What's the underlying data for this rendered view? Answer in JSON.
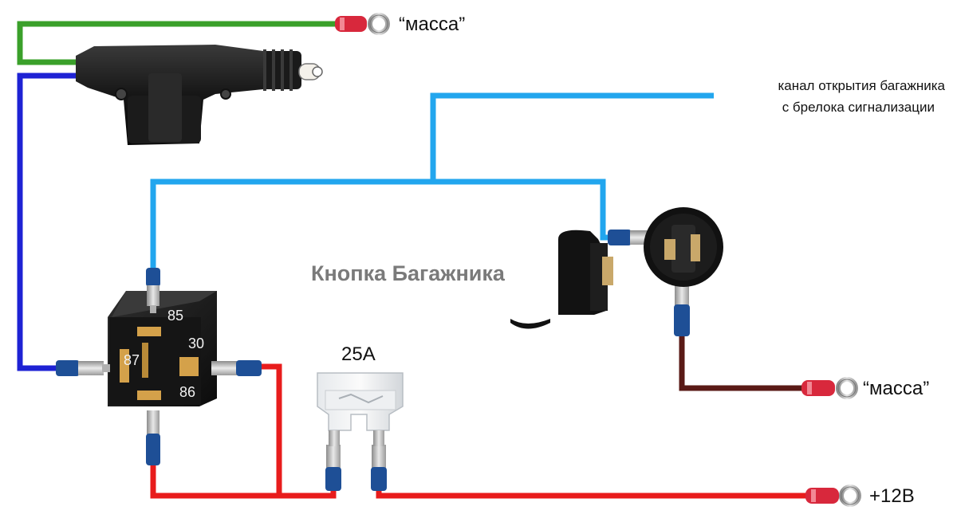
{
  "labels": {
    "ground_top": "“масса”",
    "ground_right": "“масса”",
    "channel_line1": "канал открытия багажника",
    "channel_line2": "с брелока сигнализации",
    "button": "Кнопка Багажника",
    "fuse": "25А",
    "plus12": "+12В",
    "pin85": "85",
    "pin30": "30",
    "pin87": "87",
    "pin86": "86"
  },
  "colors": {
    "ground_wire": "#3aa02a",
    "blue_dark": "#1e22d4",
    "blue_light": "#22a6ee",
    "red": "#e81c1c",
    "brown": "#5a1a16",
    "terminal_red": "#d8283c",
    "terminal_blue": "#1e4f96",
    "relay_body": "#1c1c1c"
  }
}
